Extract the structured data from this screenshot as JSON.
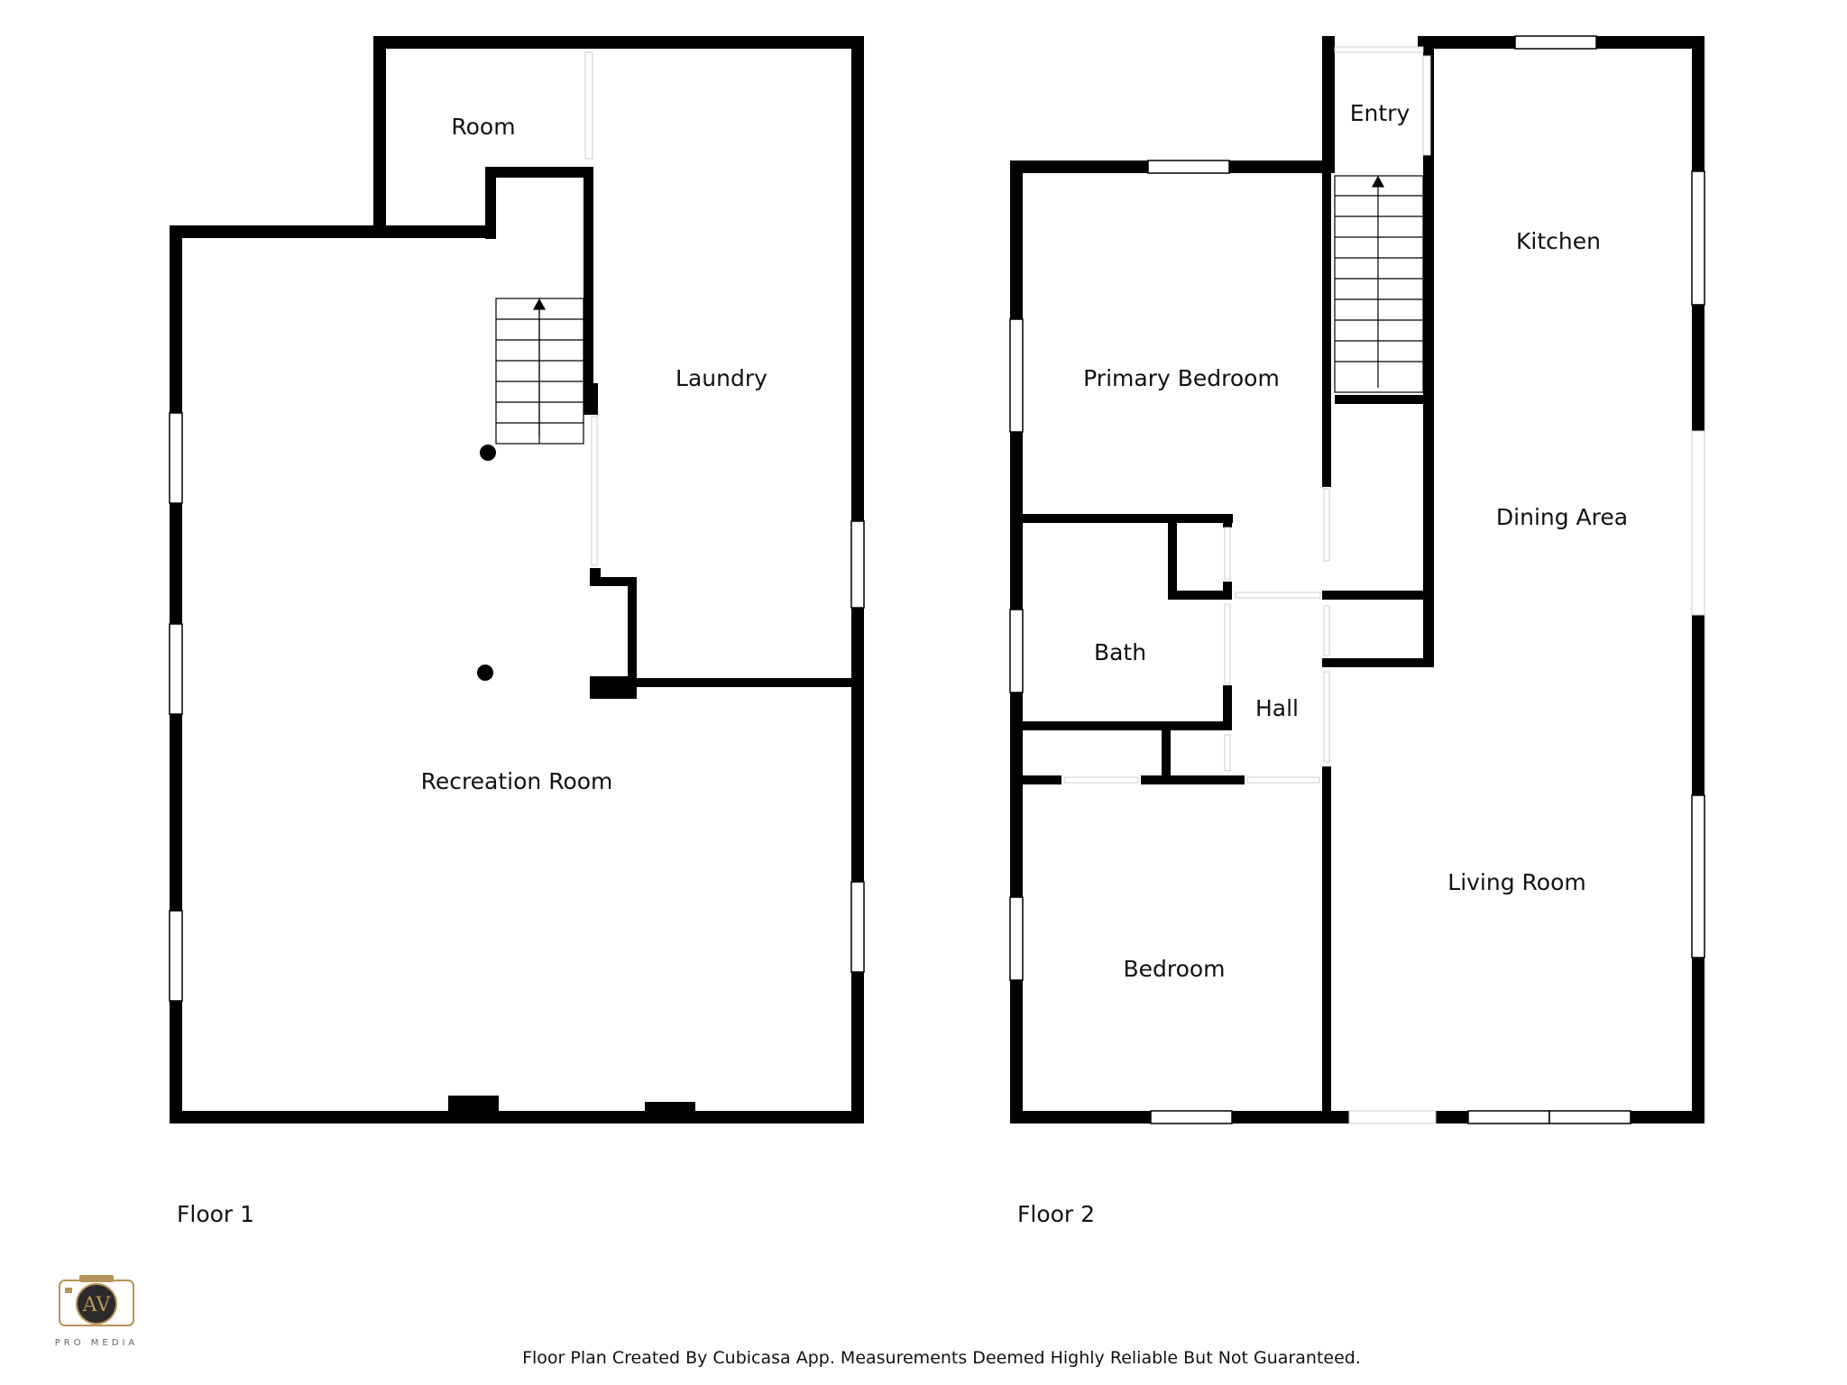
{
  "floors": [
    {
      "label": "Floor 1",
      "rooms": [
        "Room",
        "Laundry",
        "Recreation Room"
      ]
    },
    {
      "label": "Floor 2",
      "rooms": [
        "Entry",
        "Kitchen",
        "Primary Bedroom",
        "Dining Area",
        "Bath",
        "Hall",
        "Living Room",
        "Bedroom"
      ]
    }
  ],
  "footer": "Floor Plan Created By Cubicasa App. Measurements Deemed Highly Reliable But Not Guaranteed.",
  "brand": {
    "logo_letters": "AV",
    "name": "PRO MEDIA",
    "icon": "camera-icon",
    "accent_color": "#b8935a"
  },
  "colors": {
    "wall": "#000000",
    "background": "#ffffff"
  }
}
